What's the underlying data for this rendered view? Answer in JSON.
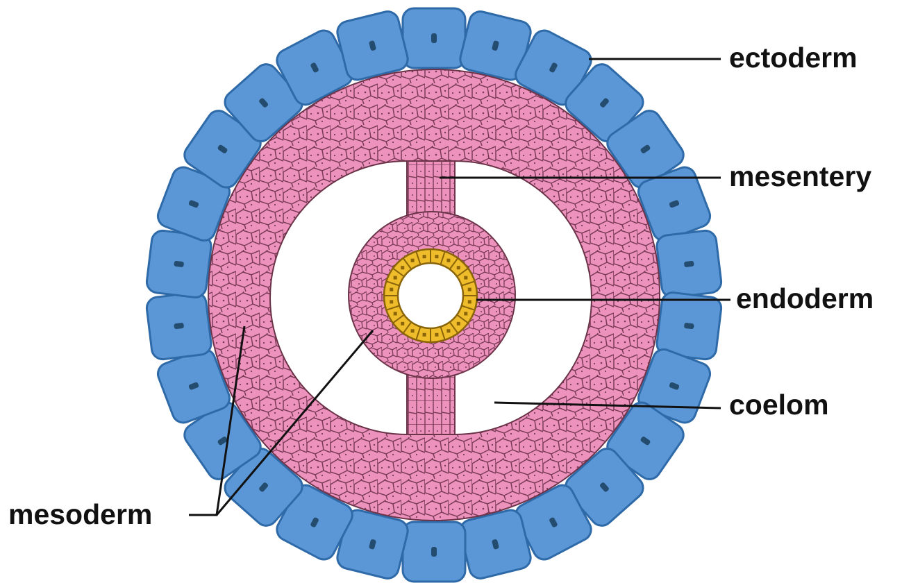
{
  "labels": {
    "ectoderm": "ectoderm",
    "mesentery": "mesentery",
    "endoderm": "endoderm",
    "coelom": "coelom",
    "mesoderm": "mesoderm"
  },
  "colors": {
    "ectoderm_fill": "#5b96d6",
    "ectoderm_stroke": "#2f6aa8",
    "ectoderm_nucleus": "#244c6e",
    "mesoderm_fill": "#ec92bd",
    "mesoderm_stroke": "#6b3348",
    "endoderm_fill": "#efbc2c",
    "endoderm_stroke": "#8a6408",
    "coelom_fill": "#ffffff",
    "label_color": "#111111"
  }
}
